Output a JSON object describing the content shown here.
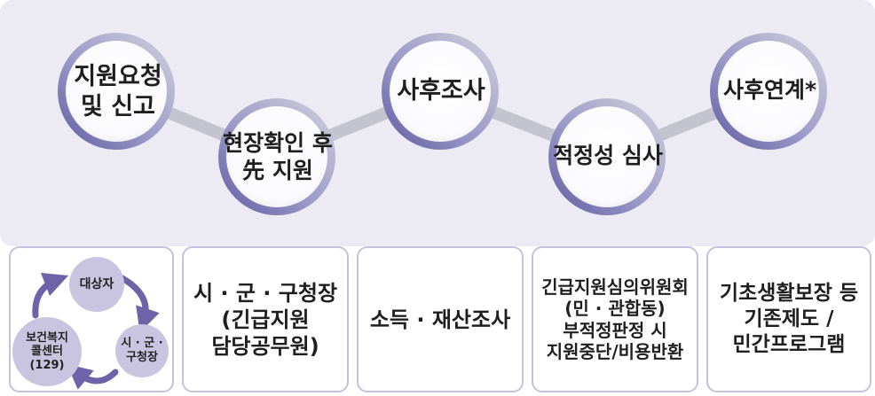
{
  "steps": [
    {
      "label": "지원요청\n및 신고"
    },
    {
      "label": "현장확인 후\n先 지원"
    },
    {
      "label": "사후조사"
    },
    {
      "label": "적정성 심사"
    },
    {
      "label": "사후연계*"
    }
  ],
  "boxes": [
    {
      "label": "시 · 군 · 구청장\n(긴급지원\n담당공무원)"
    },
    {
      "label": "소득 · 재산조사"
    },
    {
      "label": "긴급지원심의위원회\n(민 · 관합동)\n부적정판정 시\n지원중단/비용반환"
    },
    {
      "label": "기초생활보장 등\n기존제도 /\n민간프로그램"
    }
  ],
  "cycle": {
    "nodes": [
      {
        "label": "대상자"
      },
      {
        "label": "시 · 군 ·\n구청장"
      },
      {
        "label": "보건복지\n콜센터\n(129)"
      }
    ]
  },
  "colors": {
    "panel": "#eceaf3",
    "ring_dark": "#6d6aa8",
    "ring_light": "#c9c9d6",
    "connector": "#c4c4cf",
    "box_border": "#c6c1de",
    "cycle_node": "#c9c4df",
    "cycle_arrow": "#6e62a8"
  }
}
